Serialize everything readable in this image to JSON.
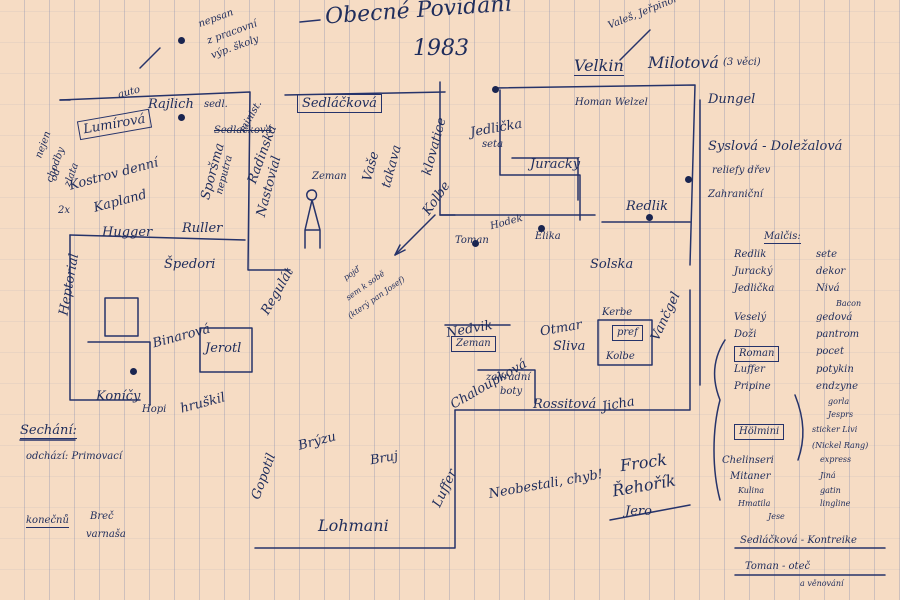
{
  "header": {
    "title": "Obecné Povídání",
    "year": "1983"
  },
  "top_note": [
    "nepsan",
    "z pracovní",
    "výp. školy"
  ],
  "top_right": {
    "note": "Valeš, Jeřpinor",
    "velkin": "Velkin",
    "milotova": "Milotová",
    "three_things": "(3 věci)"
  },
  "top_left": {
    "auto": "auto",
    "rajlich": "Rajlich",
    "sedl": "sedl.",
    "lumirova": "Lumírová",
    "stripped": "Sedlačková",
    "radinska": "Radinská",
    "minist": "minist.",
    "sedlackova": "Sedláčková"
  },
  "left": {
    "vertical": [
      "nejen",
      "chodby",
      "od",
      "zlata"
    ],
    "kostrov": "Kostrov denní",
    "twox": "2x",
    "kapland": "Kapland",
    "hugger": "Hugger",
    "ruller": "Ruller",
    "sporsma": "Sporšma",
    "nesporsma": "neputra",
    "nastovial": "Nastovial",
    "spedori": "Špedori",
    "regulat": "Regulát",
    "heptorial": "Heptorial",
    "konicy": "Koníčy",
    "binarova": "Binarová",
    "jerotl": "Jerotl",
    "hruskil": "hruškil",
    "hopi": "Hopi",
    "sechani": "Sechání:",
    "odchazi": "odchází: Primovací",
    "konecni": "konečnů",
    "brec": "Breč",
    "varnasa": "varnaša"
  },
  "center": {
    "zeman_fig": "Zeman",
    "vasa": "Vaše",
    "takava": "takava",
    "klovatice": "klovatice",
    "kolbe": "Kolbe",
    "note_small": [
      "pojď",
      "sem k sobě",
      "(který pan Josef)"
    ],
    "jedlicka": "Jedlička",
    "seta": "seta",
    "juracky": "Juracký",
    "homan": "Homan Welzel",
    "toman": "Toman",
    "hodek": "Hodek",
    "elika": "Elika",
    "redlik": "Redlik",
    "solska": "Solska",
    "nedvik": "Nedvik",
    "zeman_box": "Zeman",
    "otmar": "Otmar",
    "sliva": "Sliva",
    "kerbe": "Kerbe",
    "prefs": "pref",
    "kolb": "Kolbe",
    "vanzel": "Vančgel",
    "chaloupkova": "Chaloupková",
    "zahradni": "zahradní",
    "boty": "boty",
    "rossitova": "Rossitová",
    "jicha": "Jicha"
  },
  "bottom": {
    "gopotil": "Gopotil",
    "bryzu": "Brýzu",
    "bruj": "Bruj",
    "lohmani": "Lohmani",
    "luffer": "Luffer",
    "neobestali": "Neobestali, chyb!",
    "frock": "Frock",
    "rehorik": "Řehořík",
    "jero": "Jero"
  },
  "right": {
    "dungel": "Dungel",
    "syslova": "Syslová - Doležalová",
    "relief": "reliefy dřev",
    "zahrani": "Zahraniční",
    "malcis": "Malčis:",
    "rows": [
      [
        "Redlik",
        "sete"
      ],
      [
        "Juracký",
        "dekor"
      ],
      [
        "Jedlička",
        "Nivá"
      ],
      [
        "",
        "Bacon"
      ],
      [
        "Veselý",
        "gedová"
      ],
      [
        "Doži",
        "pantrom"
      ],
      [
        "Roman",
        "pocet"
      ],
      [
        "Luffer",
        "potykin"
      ],
      [
        "Pripine",
        "endzyne"
      ],
      [
        "",
        "gorla"
      ],
      [
        "",
        "Jesprs"
      ],
      [
        "Hölmini",
        "sticker Livi"
      ],
      [
        "",
        "(Nickel Rang)"
      ],
      [
        "Chelinseri",
        "express"
      ],
      [
        "Mitaner",
        "Jiná"
      ],
      [
        "Kulina",
        "gatin"
      ],
      [
        "Hmatila",
        "lingline"
      ],
      [
        "",
        "Jese"
      ]
    ],
    "sedlackova": "Sedláčková - Kontreike",
    "toman": "Toman - oteč",
    "last": "a věnování"
  }
}
